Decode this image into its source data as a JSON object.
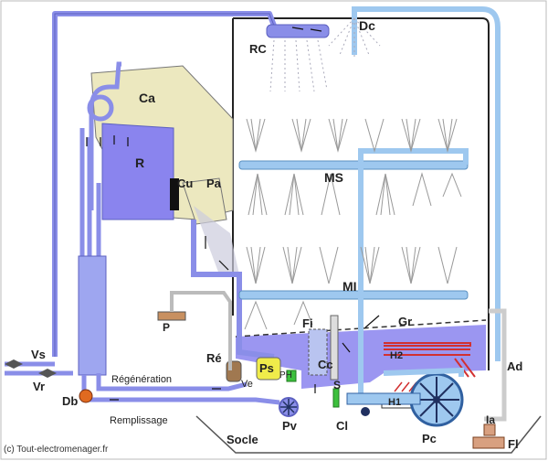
{
  "labels": {
    "dc": "Dc",
    "rc": "RC",
    "ca": "Ca",
    "r": "R",
    "cu": "Cu",
    "pa": "Pa",
    "ms": "MS",
    "mi": "MI",
    "p": "P",
    "fi": "Fi",
    "gr": "Gr",
    "re": "Ré",
    "ps": "Ps",
    "ph": "PH",
    "ve": "Ve",
    "cc": "Cc",
    "s": "S",
    "h2": "H2",
    "h1": "H1",
    "ad": "Ad",
    "vs": "Vs",
    "vr": "Vr",
    "db": "Db",
    "regeneration": "Régénération",
    "remplissage": "Remplissage",
    "pv": "Pv",
    "cl": "Cl",
    "pc": "Pc",
    "ia": "Ia",
    "fl": "Fl",
    "socle": "Socle"
  },
  "credit": "(c) Tout-electromenager.fr",
  "colors": {
    "pipe": "#8a8ee8",
    "pipe_light": "#aab4f0",
    "water_light": "#9ec8ef",
    "resin": "#8a84ee",
    "salt_box": "#ece8bf",
    "ps_box": "#f0ec4a",
    "heater": "#d23030",
    "sensor": "#3cc03c",
    "db_valve": "#e06a20",
    "fl_box": "#d8a080"
  }
}
